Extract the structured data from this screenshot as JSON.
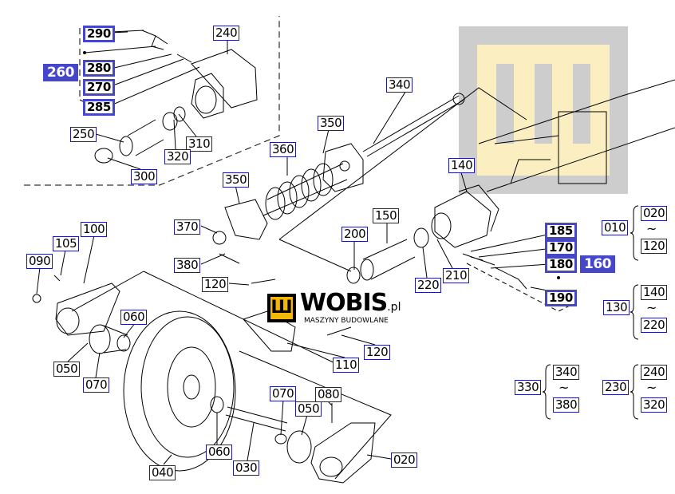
{
  "title": "Idler / track adjuster exploded parts diagram",
  "labels": [
    "290",
    "240",
    "260",
    "280",
    "270",
    "285",
    "250",
    "310",
    "320",
    "300",
    "340",
    "350",
    "360",
    "140",
    "350",
    "150",
    "200",
    "370",
    "185",
    "170",
    "180",
    "160",
    "190",
    "210",
    "220",
    "380",
    "120",
    "100",
    "105",
    "090",
    "060",
    "050",
    "070",
    "120",
    "110",
    "070",
    "080",
    "050",
    "060",
    "030",
    "020",
    "040"
  ],
  "ranges": [
    {
      "code": "010",
      "from": "020",
      "to": "120"
    },
    {
      "code": "130",
      "from": "140",
      "to": "220"
    },
    {
      "code": "330",
      "from": "340",
      "to": "380"
    },
    {
      "code": "230",
      "from": "240",
      "to": "320"
    }
  ],
  "range_separator": "~",
  "watermark": {
    "brand": "WOBIS",
    "suffix": ".pl",
    "tagline": "MASZYNY BUDOWLANE",
    "glyph": "Ш"
  },
  "colors": {
    "highlight": "#4646c8",
    "label_border": "#1a1a9a",
    "brand_yellow": "#f2b705",
    "watermark_grey": "#c8c8c8"
  }
}
